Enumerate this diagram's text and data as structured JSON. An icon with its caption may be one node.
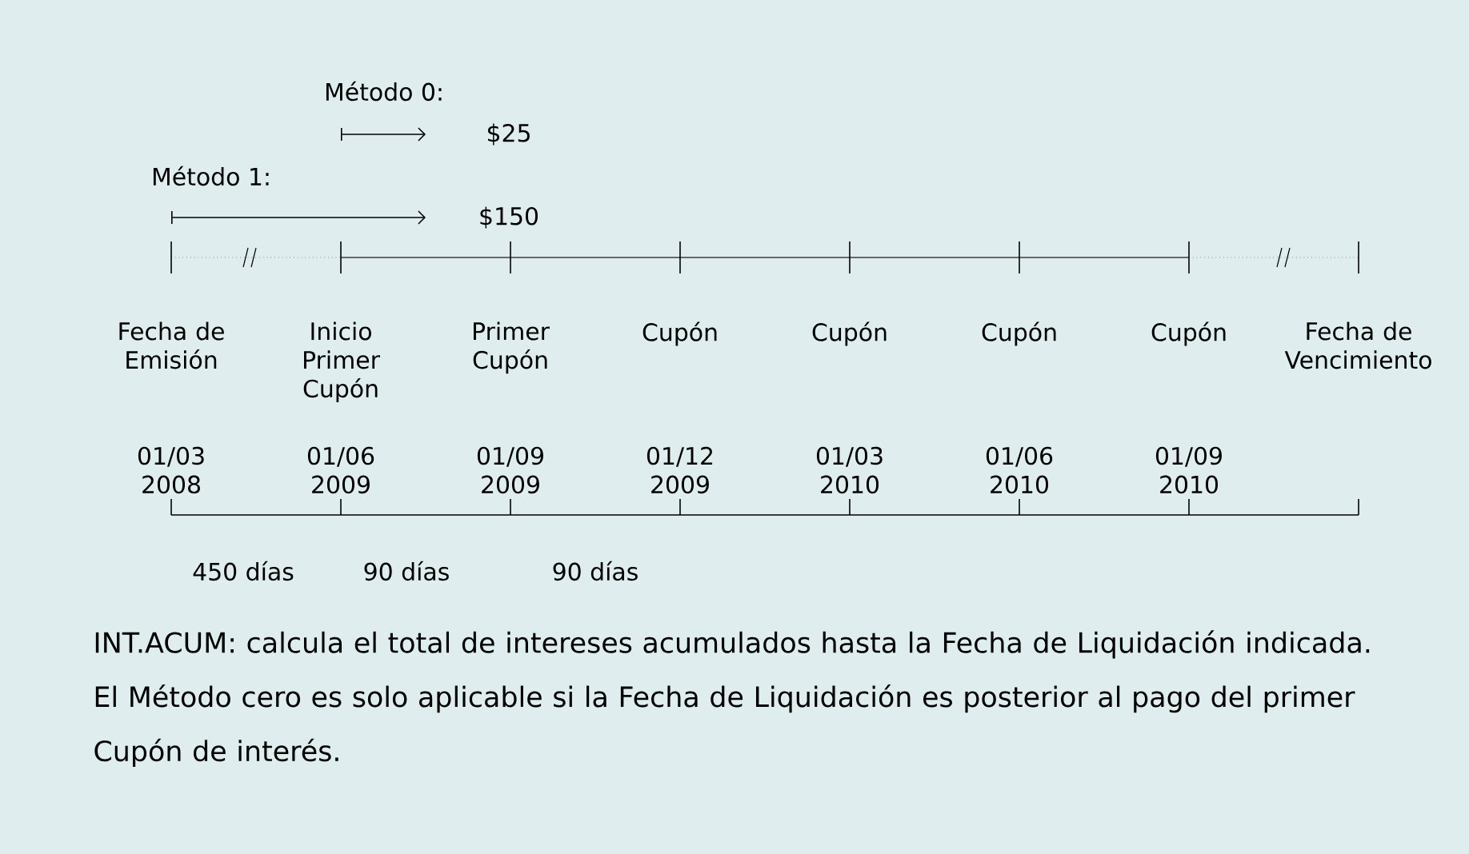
{
  "diagram": {
    "caption": "INT.ACUM: calcula el total de intereses acumulados hasta la Fecha de Liquidación indicada. El Método cero es solo aplicable si la Fecha de Liquidación es posterior al pago del primer Cupón de interés.",
    "labels": [
      "Método 0:",
      "$25",
      "Método 1:",
      "$150",
      "Fecha de Emisión",
      "Inicio Primer Cupón",
      "Primer Cupón",
      "Cupón",
      "Cupón",
      "Cupón",
      "Cupón",
      "Fecha de Vencimiento",
      "01/03 2008",
      "01/06 2009",
      "01/09 2009",
      "01/12 2009",
      "01/03 2010",
      "01/06 2010",
      "01/09 2010",
      "450 días",
      "90 días",
      "90 días"
    ]
  }
}
